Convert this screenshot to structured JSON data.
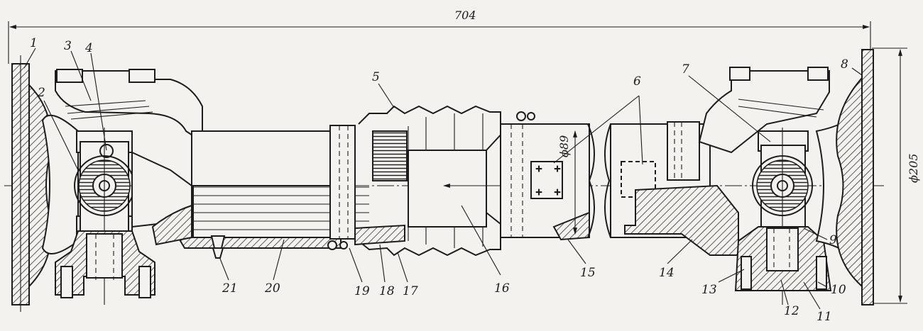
{
  "dimensions": {
    "overall_length": "704",
    "flange_diameter": "ϕ205",
    "tube_diameter": "ϕ89"
  },
  "callouts": [
    "1",
    "2",
    "3",
    "4",
    "5",
    "6",
    "7",
    "8",
    "9",
    "10",
    "11",
    "12",
    "13",
    "14",
    "15",
    "16",
    "17",
    "18",
    "19",
    "20",
    "21"
  ]
}
